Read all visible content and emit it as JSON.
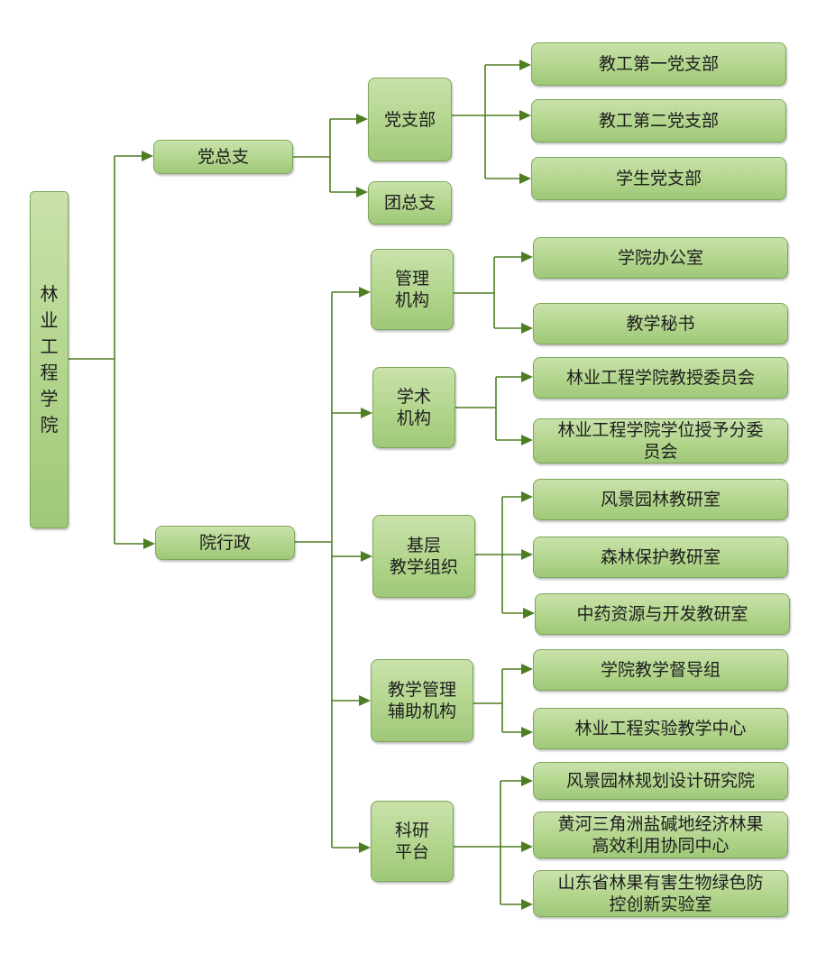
{
  "root": [
    "林",
    "业",
    "工",
    "程",
    "学",
    "院"
  ],
  "party_general": "党总支",
  "party_branch": "党支部",
  "youth_league": "团总支",
  "party_sub": [
    "教工第一党支部",
    "教工第二党支部",
    "学生党支部"
  ],
  "admin": "院行政",
  "groups": [
    {
      "lines": [
        "管理",
        "机构"
      ],
      "children": [
        [
          "学院办公室"
        ],
        [
          "教学秘书"
        ]
      ]
    },
    {
      "lines": [
        "学术",
        "机构"
      ],
      "children": [
        [
          "林业工程学院教授委员会"
        ],
        [
          "林业工程学院学位授予分委",
          "员会"
        ]
      ]
    },
    {
      "lines": [
        "基层",
        "教学组织"
      ],
      "children": [
        [
          "风景园林教研室"
        ],
        [
          "森林保护教研室"
        ],
        [
          "中药资源与开发教研室"
        ]
      ]
    },
    {
      "lines": [
        "教学管理",
        "辅助机构"
      ],
      "children": [
        [
          "学院教学督导组"
        ],
        [
          "林业工程实验教学中心"
        ]
      ]
    },
    {
      "lines": [
        "科研",
        "平台"
      ],
      "children": [
        [
          "风景园林规划设计研究院"
        ],
        [
          "黄河三角洲盐碱地经济林果",
          "高效利用协同中心"
        ],
        [
          "山东省林果有害生物绿色防",
          "控创新实验室"
        ]
      ]
    }
  ],
  "colors": {
    "line": "#4e7e22",
    "box_top": "#c9e2ab",
    "box_bottom": "#9fc878",
    "border": "#7da75a"
  }
}
